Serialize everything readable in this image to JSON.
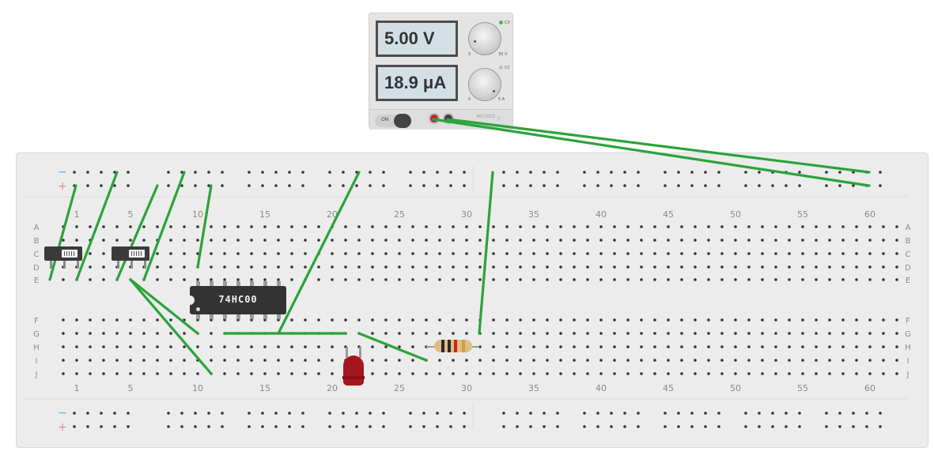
{
  "power_supply": {
    "voltage_display": "5.00 V",
    "current_display": "18.9 μA",
    "power_label": "ON",
    "cv_label": "CV",
    "cc_label": "CC",
    "volt_knob_min": "0",
    "volt_knob_max": "30 V",
    "curr_knob_min": "0",
    "curr_knob_max": "5 A",
    "brand": "WICKED",
    "cv_indicator_color": "#3cc43c",
    "cc_indicator_color": "#bdbdbd"
  },
  "breadboard": {
    "rail_minus": "−",
    "rail_plus": "+",
    "row_labels_top": [
      "A",
      "B",
      "C",
      "D",
      "E"
    ],
    "row_labels_bottom": [
      "F",
      "G",
      "H",
      "I",
      "J"
    ],
    "column_numbers": [
      "1",
      "5",
      "10",
      "15",
      "20",
      "25",
      "30",
      "35",
      "40",
      "45",
      "50",
      "55",
      "60"
    ],
    "minus_color": "#5aa6e6",
    "plus_color": "#e98a7a"
  },
  "ic": {
    "label": "74HC00"
  },
  "wire_color": "#2ba33a"
}
